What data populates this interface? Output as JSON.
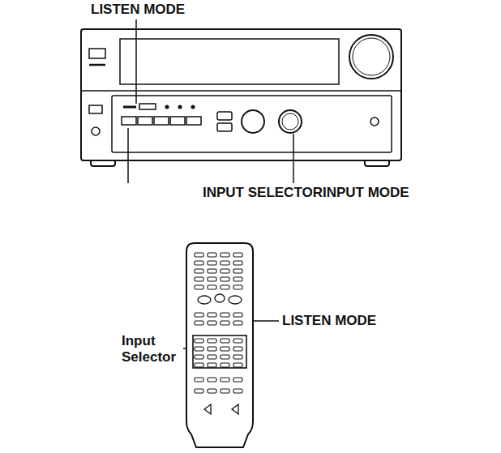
{
  "diagram": {
    "labels": [
      "LISTEN MODE",
      "INPUT SELECTORINPUT MODE",
      "LISTEN MODE",
      "Input Selector"
    ]
  }
}
